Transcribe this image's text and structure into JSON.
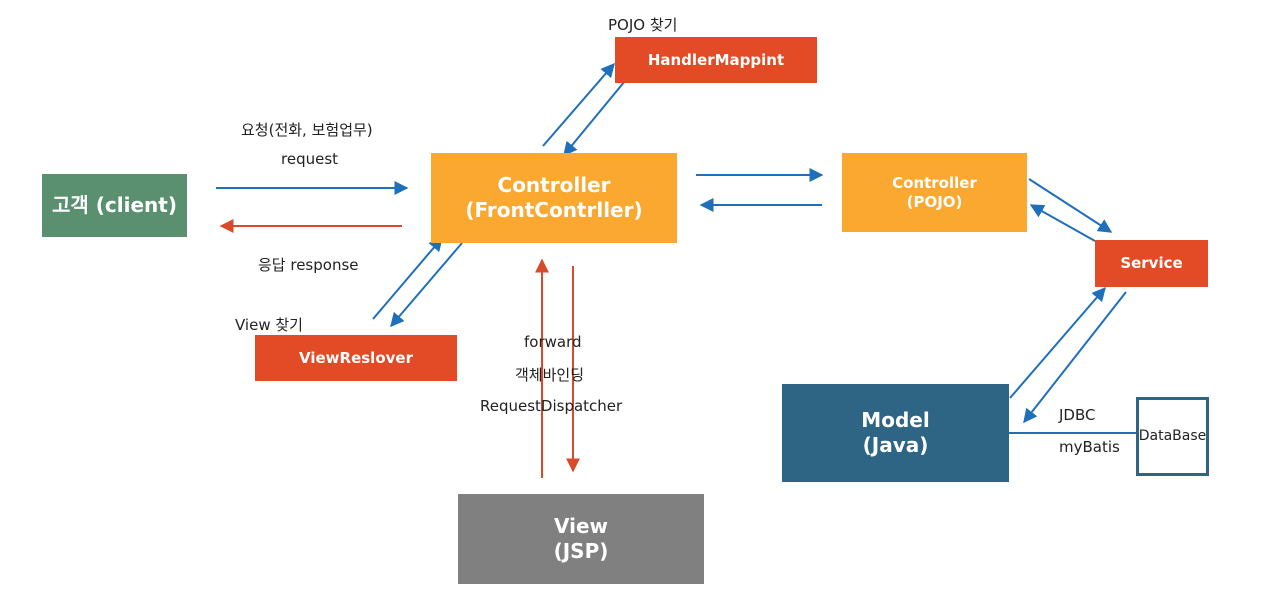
{
  "nodes": {
    "client": {
      "label": "고객 (client)",
      "color": "#5a9070"
    },
    "front_controller": {
      "line1": "Controller",
      "line2": "(FrontContrller)",
      "color": "#faa82f"
    },
    "handler_mapping": {
      "label": "HandlerMappint",
      "color": "#e34b26"
    },
    "view_resolver": {
      "label": "ViewReslover",
      "color": "#e34b26"
    },
    "pojo_controller": {
      "line1": "Controller",
      "line2": "(POJO)",
      "color": "#faa82f"
    },
    "service": {
      "label": "Service",
      "color": "#e34b26"
    },
    "model": {
      "line1": "Model",
      "line2": "(Java)",
      "color": "#2e6584"
    },
    "view": {
      "line1": "View",
      "line2": "(JSP)",
      "color": "#808080"
    },
    "database": {
      "label": "DataBase",
      "border_color": "#2e6584"
    }
  },
  "labels": {
    "request_kr": "요청(전화, 보험업무)",
    "request": "request",
    "response": "응답 response",
    "pojo_find": "POJO 찾기",
    "view_find": "View 찾기",
    "forward": "forward",
    "object_binding": "객체바인딩",
    "dispatcher": "RequestDispatcher",
    "jdbc": "JDBC",
    "mybatis": "myBatis"
  },
  "colors": {
    "arrow_blue": "#1f6fba",
    "arrow_red": "#d94a2a"
  }
}
